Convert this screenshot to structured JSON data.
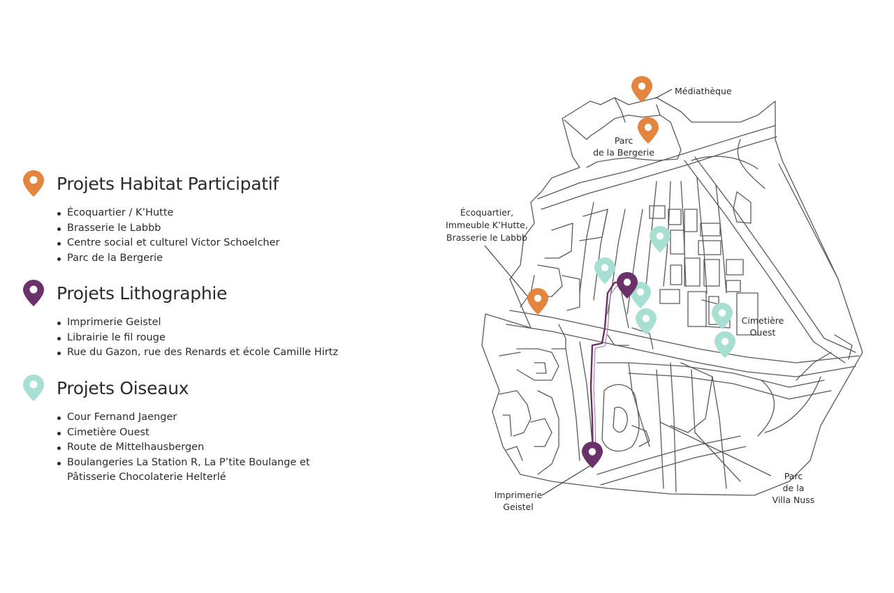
{
  "colors": {
    "habitat": "#e3843f",
    "lithographie": "#6b3269",
    "oiseaux": "#a8dfd3",
    "street": "#5a5a5a",
    "text": "#2b2b2b"
  },
  "legend": {
    "categories": [
      {
        "id": "habitat",
        "title": "Projets Habitat Participatif",
        "icon": "map-pin-icon",
        "color": "#e3843f",
        "items": [
          "Écoquartier / K’Hutte",
          "Brasserie le Labbb",
          "Centre social et culturel Victor Schoelcher",
          "Parc de la Bergerie"
        ]
      },
      {
        "id": "lithographie",
        "title": "Projets Lithographie",
        "icon": "map-pin-icon",
        "color": "#6b3269",
        "items": [
          "Imprimerie Geistel",
          "Librairie le fil rouge",
          "Rue du Gazon, rue des Renards et école Camille Hirtz"
        ]
      },
      {
        "id": "oiseaux",
        "title": "Projets Oiseaux",
        "icon": "map-pin-icon",
        "color": "#a8dfd3",
        "items": [
          "Cour Fernand Jaenger",
          "Cimetière Ouest",
          "Route de Mittelhausbergen",
          "Boulangeries La Station R, La P’tite Boulange et\nPâtisserie Chocolaterie Helterlé"
        ]
      }
    ]
  },
  "map": {
    "labels": {
      "mediatheque": "Médiathèque",
      "bergerie_1": "Parc",
      "bergerie_2": "de la Bergerie",
      "ecoquartier_1": "Écoquartier,",
      "ecoquartier_2": "Immeuble K’Hutte,",
      "ecoquartier_3": "Brasserie le Labbb",
      "cimetiere_1": "Cimetière",
      "cimetiere_2": "Ouest",
      "villanuss_1": "Parc",
      "villanuss_2": "de la",
      "villanuss_3": "Villa Nuss",
      "imprimerie_1": "Imprimerie",
      "imprimerie_2": "Geistel"
    },
    "markers": [
      {
        "name": "mediatheque",
        "category": "habitat"
      },
      {
        "name": "parc-bergerie",
        "category": "habitat"
      },
      {
        "name": "ecoquartier",
        "category": "habitat"
      },
      {
        "name": "librairie",
        "category": "lithographie"
      },
      {
        "name": "imprimerie-geistel",
        "category": "lithographie"
      },
      {
        "name": "oiseaux-1",
        "category": "oiseaux"
      },
      {
        "name": "oiseaux-2",
        "category": "oiseaux"
      },
      {
        "name": "oiseaux-3",
        "category": "oiseaux"
      },
      {
        "name": "oiseaux-4",
        "category": "oiseaux"
      },
      {
        "name": "oiseaux-5",
        "category": "oiseaux"
      },
      {
        "name": "oiseaux-6",
        "category": "oiseaux"
      }
    ]
  }
}
